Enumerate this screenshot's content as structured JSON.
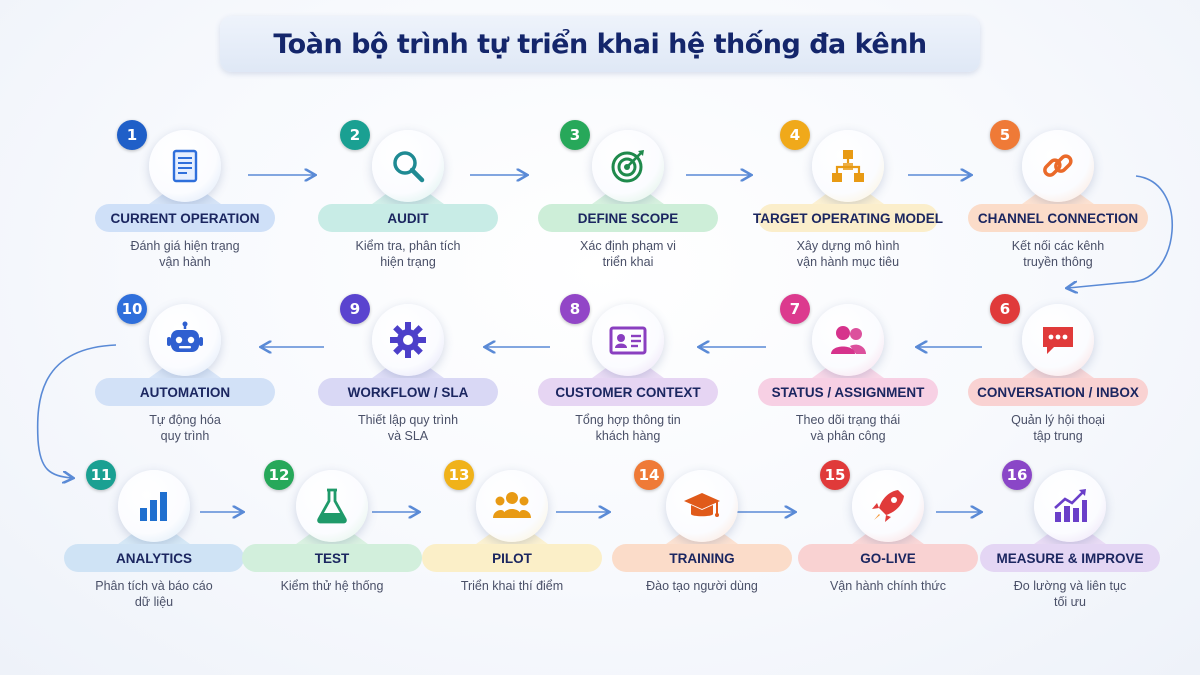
{
  "title": "Toàn bộ trình tự triển khai hệ thống đa kênh",
  "steps": [
    {
      "num": "1",
      "label": "CURRENT OPERATION",
      "desc": [
        "Đánh giá hiện trạng",
        "vận hành"
      ],
      "icon": "document-icon",
      "color": "#2f6fdb",
      "num_color": "#1f5fc8",
      "pill": "#cfe0f8",
      "tri": "#d6e4f7"
    },
    {
      "num": "2",
      "label": "AUDIT",
      "desc": [
        "Kiểm tra, phân tích",
        "hiện trạng"
      ],
      "icon": "search-icon",
      "color": "#1f8a93",
      "num_color": "#1aa092",
      "pill": "#c8ece6",
      "tri": "#d2efe9"
    },
    {
      "num": "3",
      "label": "DEFINE SCOPE",
      "desc": [
        "Xác định phạm vi",
        "triển khai"
      ],
      "icon": "target-icon",
      "color": "#1f8a4c",
      "num_color": "#27a85a",
      "pill": "#cdeed8",
      "tri": "#d7f1df"
    },
    {
      "num": "4",
      "label": "TARGET OPERATING MODEL",
      "desc": [
        "Xây dựng mô hình",
        "vận hành mục tiêu"
      ],
      "icon": "hierarchy-icon",
      "color": "#e89a14",
      "num_color": "#f0a91a",
      "pill": "#fbeecb",
      "tri": "#fcf1d3"
    },
    {
      "num": "5",
      "label": "CHANNEL CONNECTION",
      "desc": [
        "Kết nối các kênh",
        "truyền thông"
      ],
      "icon": "link-icon",
      "color": "#ea6a2a",
      "num_color": "#ef7a37",
      "pill": "#fbdcc9",
      "tri": "#fce2d2"
    },
    {
      "num": "6",
      "label": "CONVERSATION / INBOX",
      "desc": [
        "Quản lý hội thoại",
        "tập trung"
      ],
      "icon": "chat-icon",
      "color": "#e03a3a",
      "num_color": "#e03a3a",
      "pill": "#f9d2d2",
      "tri": "#fad8d8"
    },
    {
      "num": "7",
      "label": "STATUS / ASSIGNMENT",
      "desc": [
        "Theo dõi trạng thái",
        "và phân công"
      ],
      "icon": "users-icon",
      "color": "#d6338c",
      "num_color": "#dc3a8e",
      "pill": "#f7d0e4",
      "tri": "#f9d8e8"
    },
    {
      "num": "8",
      "label": "CUSTOMER CONTEXT",
      "desc": [
        "Tổng hợp thông tin",
        "khách hàng"
      ],
      "icon": "id-card-icon",
      "color": "#8a3fc0",
      "num_color": "#9246c7",
      "pill": "#e6d5f3",
      "tri": "#eadcf5"
    },
    {
      "num": "9",
      "label": "WORKFLOW / SLA",
      "desc": [
        "Thiết lập quy trình",
        "và SLA"
      ],
      "icon": "gear-icon",
      "color": "#4c3fc9",
      "num_color": "#5a44cf",
      "pill": "#d9d8f5",
      "tri": "#dfdef7"
    },
    {
      "num": "10",
      "label": "AUTOMATION",
      "desc": [
        "Tự động hóa",
        "quy trình"
      ],
      "icon": "robot-icon",
      "color": "#2f5fd0",
      "num_color": "#2f6fdb",
      "pill": "#d2e1f7",
      "tri": "#d9e6f8"
    },
    {
      "num": "11",
      "label": "ANALYTICS",
      "desc": [
        "Phân tích và báo cáo",
        "dữ liệu"
      ],
      "icon": "bar-chart-icon",
      "color": "#1f6fcf",
      "num_color": "#1aa092",
      "pill": "#cfe3f5",
      "tri": "#d6e8f6"
    },
    {
      "num": "12",
      "label": "TEST",
      "desc": [
        "Kiểm thử hệ thống"
      ],
      "icon": "flask-icon",
      "color": "#1f9a6a",
      "num_color": "#27a85a",
      "pill": "#d2efdc",
      "tri": "#dbf2e2"
    },
    {
      "num": "13",
      "label": "PILOT",
      "desc": [
        "Triển khai thí điểm"
      ],
      "icon": "group-icon",
      "color": "#e89a14",
      "num_color": "#f0b21a",
      "pill": "#fbefc8",
      "tri": "#fcf2d2"
    },
    {
      "num": "14",
      "label": "TRAINING",
      "desc": [
        "Đào tạo người dùng"
      ],
      "icon": "graduation-cap-icon",
      "color": "#e05a1a",
      "num_color": "#ef7a37",
      "pill": "#fbdcc9",
      "tri": "#fce2d2"
    },
    {
      "num": "15",
      "label": "GO-LIVE",
      "desc": [
        "Vận hành chính thức"
      ],
      "icon": "rocket-icon",
      "color": "#e03a3a",
      "num_color": "#e03a3a",
      "pill": "#f9d2d2",
      "tri": "#fad8d8"
    },
    {
      "num": "16",
      "label": "MEASURE & IMPROVE",
      "desc": [
        "Đo lường và liên tục",
        "tối ưu"
      ],
      "icon": "growth-chart-icon",
      "color": "#6a3fc9",
      "num_color": "#8a46c7",
      "pill": "#e4d6f4",
      "tri": "#e9dcf5"
    }
  ]
}
